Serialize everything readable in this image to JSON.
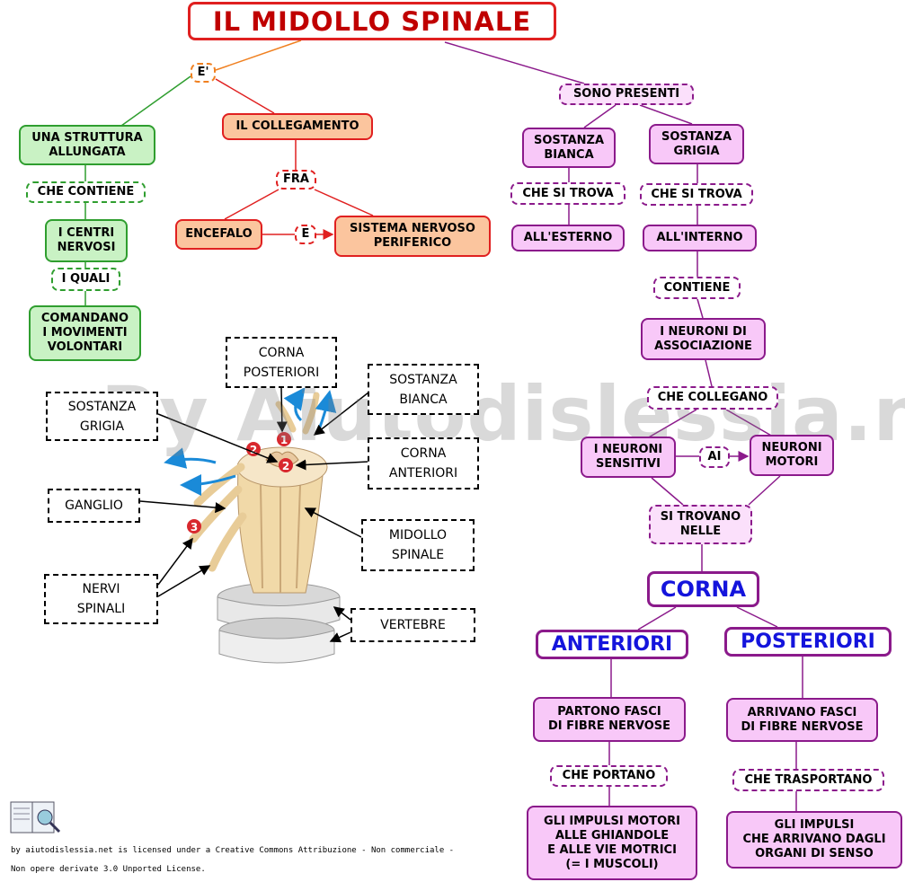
{
  "title": "IL MIDOLLO SPINALE",
  "left": {
    "e": "E'",
    "struttura": "UNA STRUTTURA\nALLUNGATA",
    "che_contiene": "CHE CONTIENE",
    "centri": "I CENTRI\nNERVOSI",
    "i_quali": "I QUALI",
    "comandano": "COMANDANO\nI MOVIMENTI\nVOLONTARI",
    "collegamento": "IL COLLEGAMENTO",
    "fra": "FRA",
    "encefalo": "ENCEFALO",
    "e2": "E",
    "sistema": "SISTEMA NERVOSO\nPERIFERICO"
  },
  "right": {
    "sono_presenti": "SONO PRESENTI",
    "bianca": "SOSTANZA\nBIANCA",
    "grigia": "SOSTANZA\nGRIGIA",
    "trova1": "CHE SI TROVA",
    "trova2": "CHE SI TROVA",
    "esterno": "ALL'ESTERNO",
    "interno": "ALL'INTERNO",
    "contiene": "CONTIENE",
    "associazione": "I  NEURONI DI\nASSOCIAZIONE",
    "collegano": "CHE COLLEGANO",
    "sensitivi": "I NEURONI\nSENSITIVI",
    "ai": "AI",
    "motori": "NEURONI\nMOTORI",
    "si_trovano": "SI TROVANO\nNELLE",
    "corna": "CORNA",
    "anteriori": "ANTERIORI",
    "posteriori": "POSTERIORI",
    "partono": "PARTONO FASCI\nDI FIBRE NERVOSE",
    "arrivano": "ARRIVANO FASCI\nDI FIBRE NERVOSE",
    "portano": "CHE PORTANO",
    "trasportano": "CHE TRASPORTANO",
    "impulsi_motori": "GLI IMPULSI MOTORI\nALLE GHIANDOLE\nE ALLE VIE MOTRICI\n(= I MUSCOLI)",
    "impulsi_senso": "GLI IMPULSI\nCHE ARRIVANO DAGLI\nORGANI DI SENSO"
  },
  "labels": {
    "corna_posteriori": "CORNA\nPOSTERIORI",
    "sostanza_bianca": "SOSTANZA\nBIANCA",
    "sostanza_grigia": "SOSTANZA\nGRIGIA",
    "corna_anteriori": "CORNA\nANTERIORI",
    "ganglio": "GANGLIO",
    "midollo": "MIDOLLO\nSPINALE",
    "nervi": "NERVI\nSPINALI",
    "vertebre": "VERTEBRE",
    "marker1": "1",
    "marker2": "2",
    "marker3": "3"
  },
  "watermark": "By Aiutodislessia.net",
  "license_line1": "by aiutodislessia.net is licensed under a Creative Commons Attribuzione - Non commerciale -",
  "license_line2": "Non opere derivate 3.0 Unported License.",
  "icons": [
    "book-icon"
  ],
  "colors": {
    "title_red": "#c00000",
    "green": "#2f9e2f",
    "orange": "#fbc59e",
    "purple": "#8b1a8b",
    "blue_text": "#1414dc"
  }
}
